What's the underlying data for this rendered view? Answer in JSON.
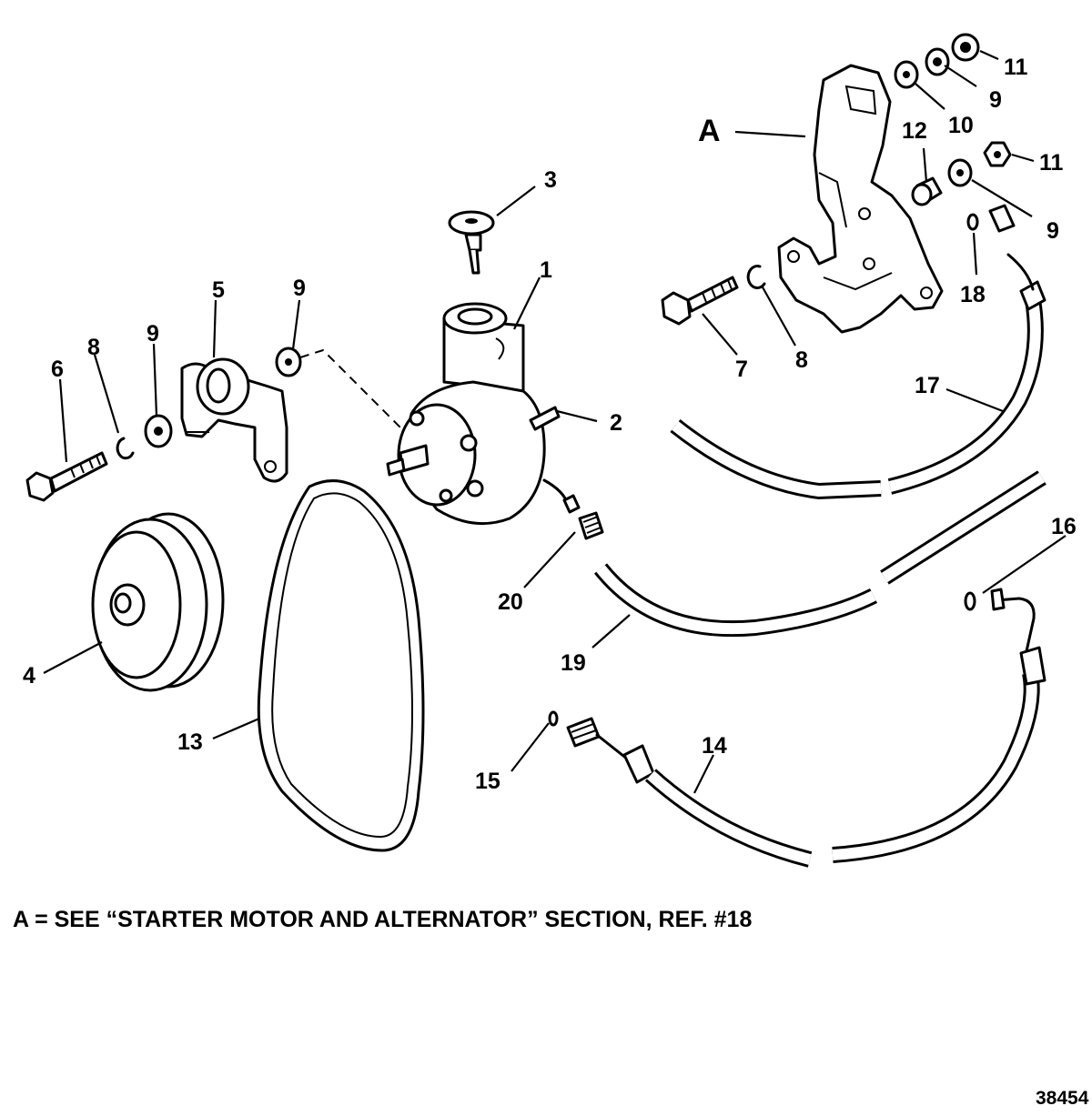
{
  "note": "A = SEE “STARTER MOTOR AND ALTERNATOR” SECTION, REF. #18",
  "figure_number": "38454",
  "callouts": {
    "A": "A",
    "p1": "1",
    "p2": "2",
    "p3": "3",
    "p4": "4",
    "p5": "5",
    "p6": "6",
    "p7": "7",
    "p8_left": "8",
    "p8_right": "8",
    "p9_a": "9",
    "p9_b": "9",
    "p9_c": "9",
    "p9_d": "9",
    "p10": "10",
    "p11_a": "11",
    "p11_b": "11",
    "p12": "12",
    "p13": "13",
    "p14": "14",
    "p15": "15",
    "p16": "16",
    "p17": "17",
    "p18": "18",
    "p19": "19",
    "p20": "20"
  },
  "parts": [
    {
      "id": "pump",
      "icon": "power-steering-pump-icon"
    },
    {
      "id": "pulley",
      "icon": "pulley-icon"
    },
    {
      "id": "belt",
      "icon": "drive-belt-icon"
    },
    {
      "id": "bracket",
      "icon": "mounting-bracket-icon"
    },
    {
      "id": "hoses",
      "icon": "hose-icon"
    }
  ]
}
